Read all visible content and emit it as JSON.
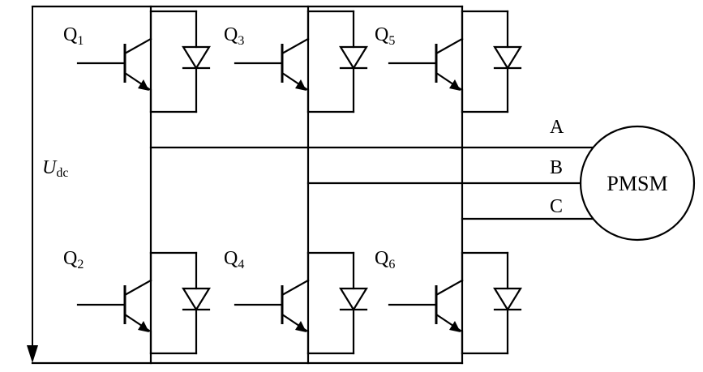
{
  "voltage": {
    "main": "U",
    "sub": "dc"
  },
  "switches": [
    {
      "main": "Q",
      "sub": "1"
    },
    {
      "main": "Q",
      "sub": "3"
    },
    {
      "main": "Q",
      "sub": "5"
    },
    {
      "main": "Q",
      "sub": "2"
    },
    {
      "main": "Q",
      "sub": "4"
    },
    {
      "main": "Q",
      "sub": "6"
    }
  ],
  "phases": [
    "A",
    "B",
    "C"
  ],
  "motor": {
    "label": "PMSM"
  }
}
